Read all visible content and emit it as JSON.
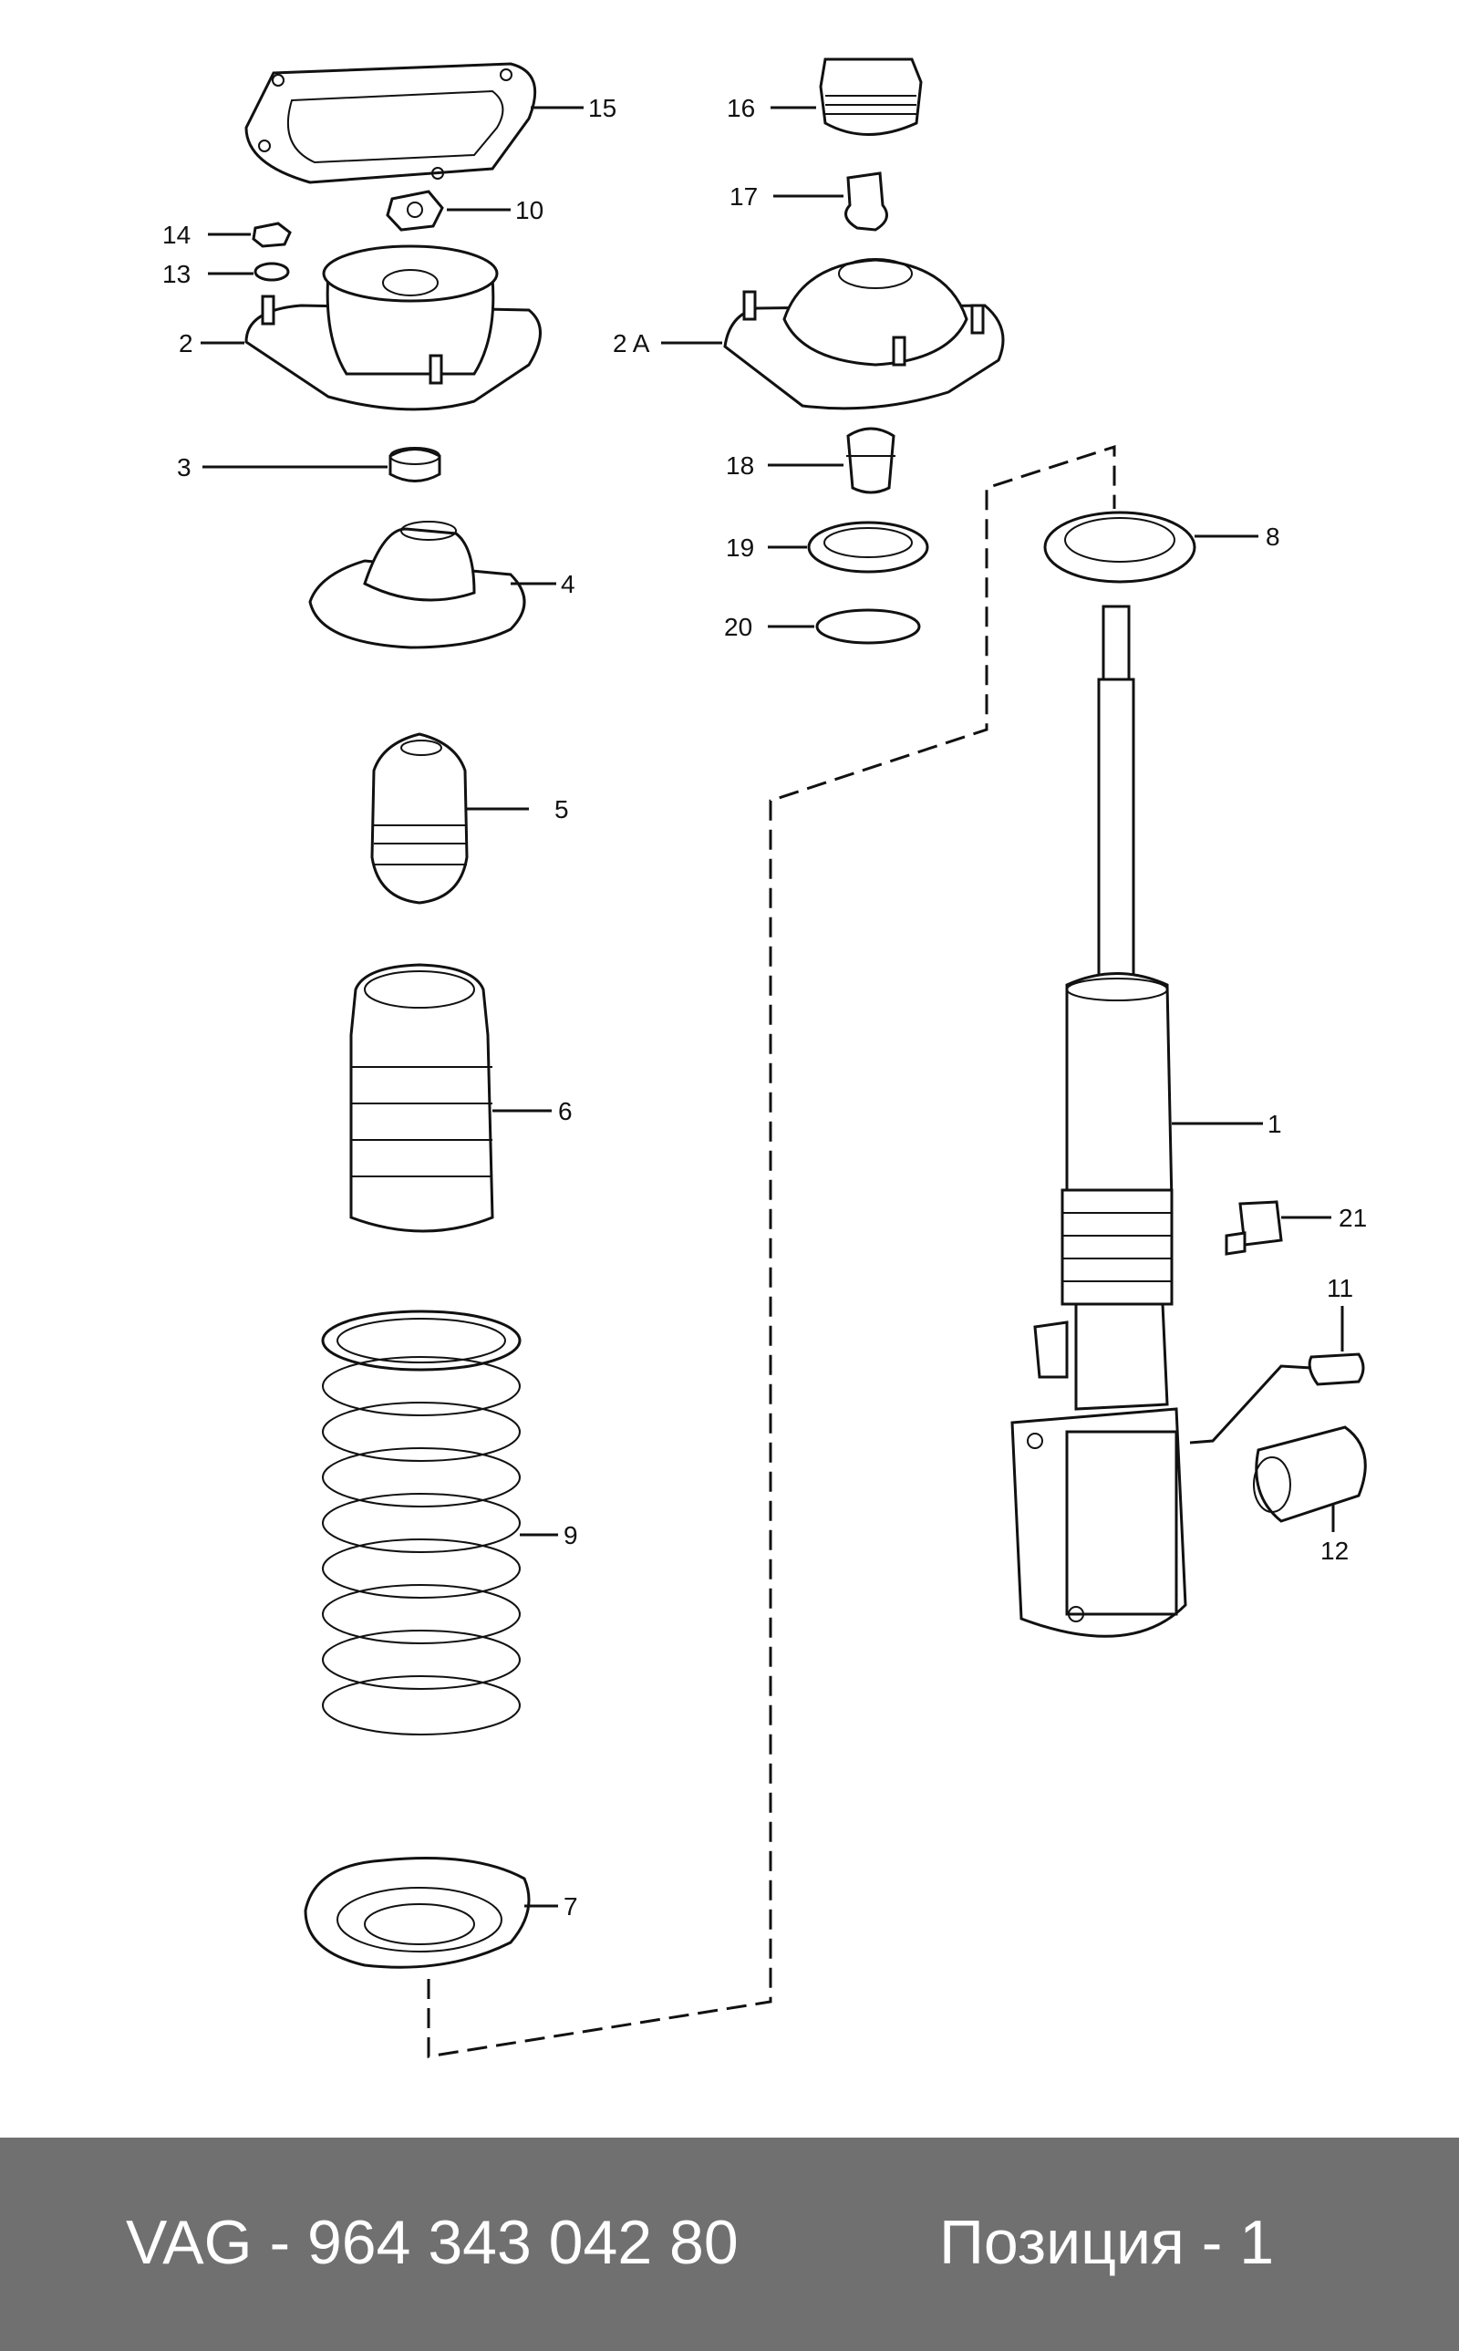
{
  "diagram": {
    "callouts": {
      "c15": "15",
      "c16": "16",
      "c10": "10",
      "c14": "14",
      "c17": "17",
      "c13": "13",
      "c2": "2",
      "c2a": "2 A",
      "c3": "3",
      "c18": "18",
      "c8": "8",
      "c19": "19",
      "c4": "4",
      "c20": "20",
      "c5": "5",
      "c1": "1",
      "c6": "6",
      "c21": "21",
      "c11": "11",
      "c9": "9",
      "c12": "12",
      "c7": "7"
    }
  },
  "footer": {
    "part_number": "VAG - 964 343 042 80",
    "position": "Позиция - 1"
  },
  "colors": {
    "footer_bg": "#707070",
    "footer_text": "#ffffff",
    "line": "#111111"
  }
}
